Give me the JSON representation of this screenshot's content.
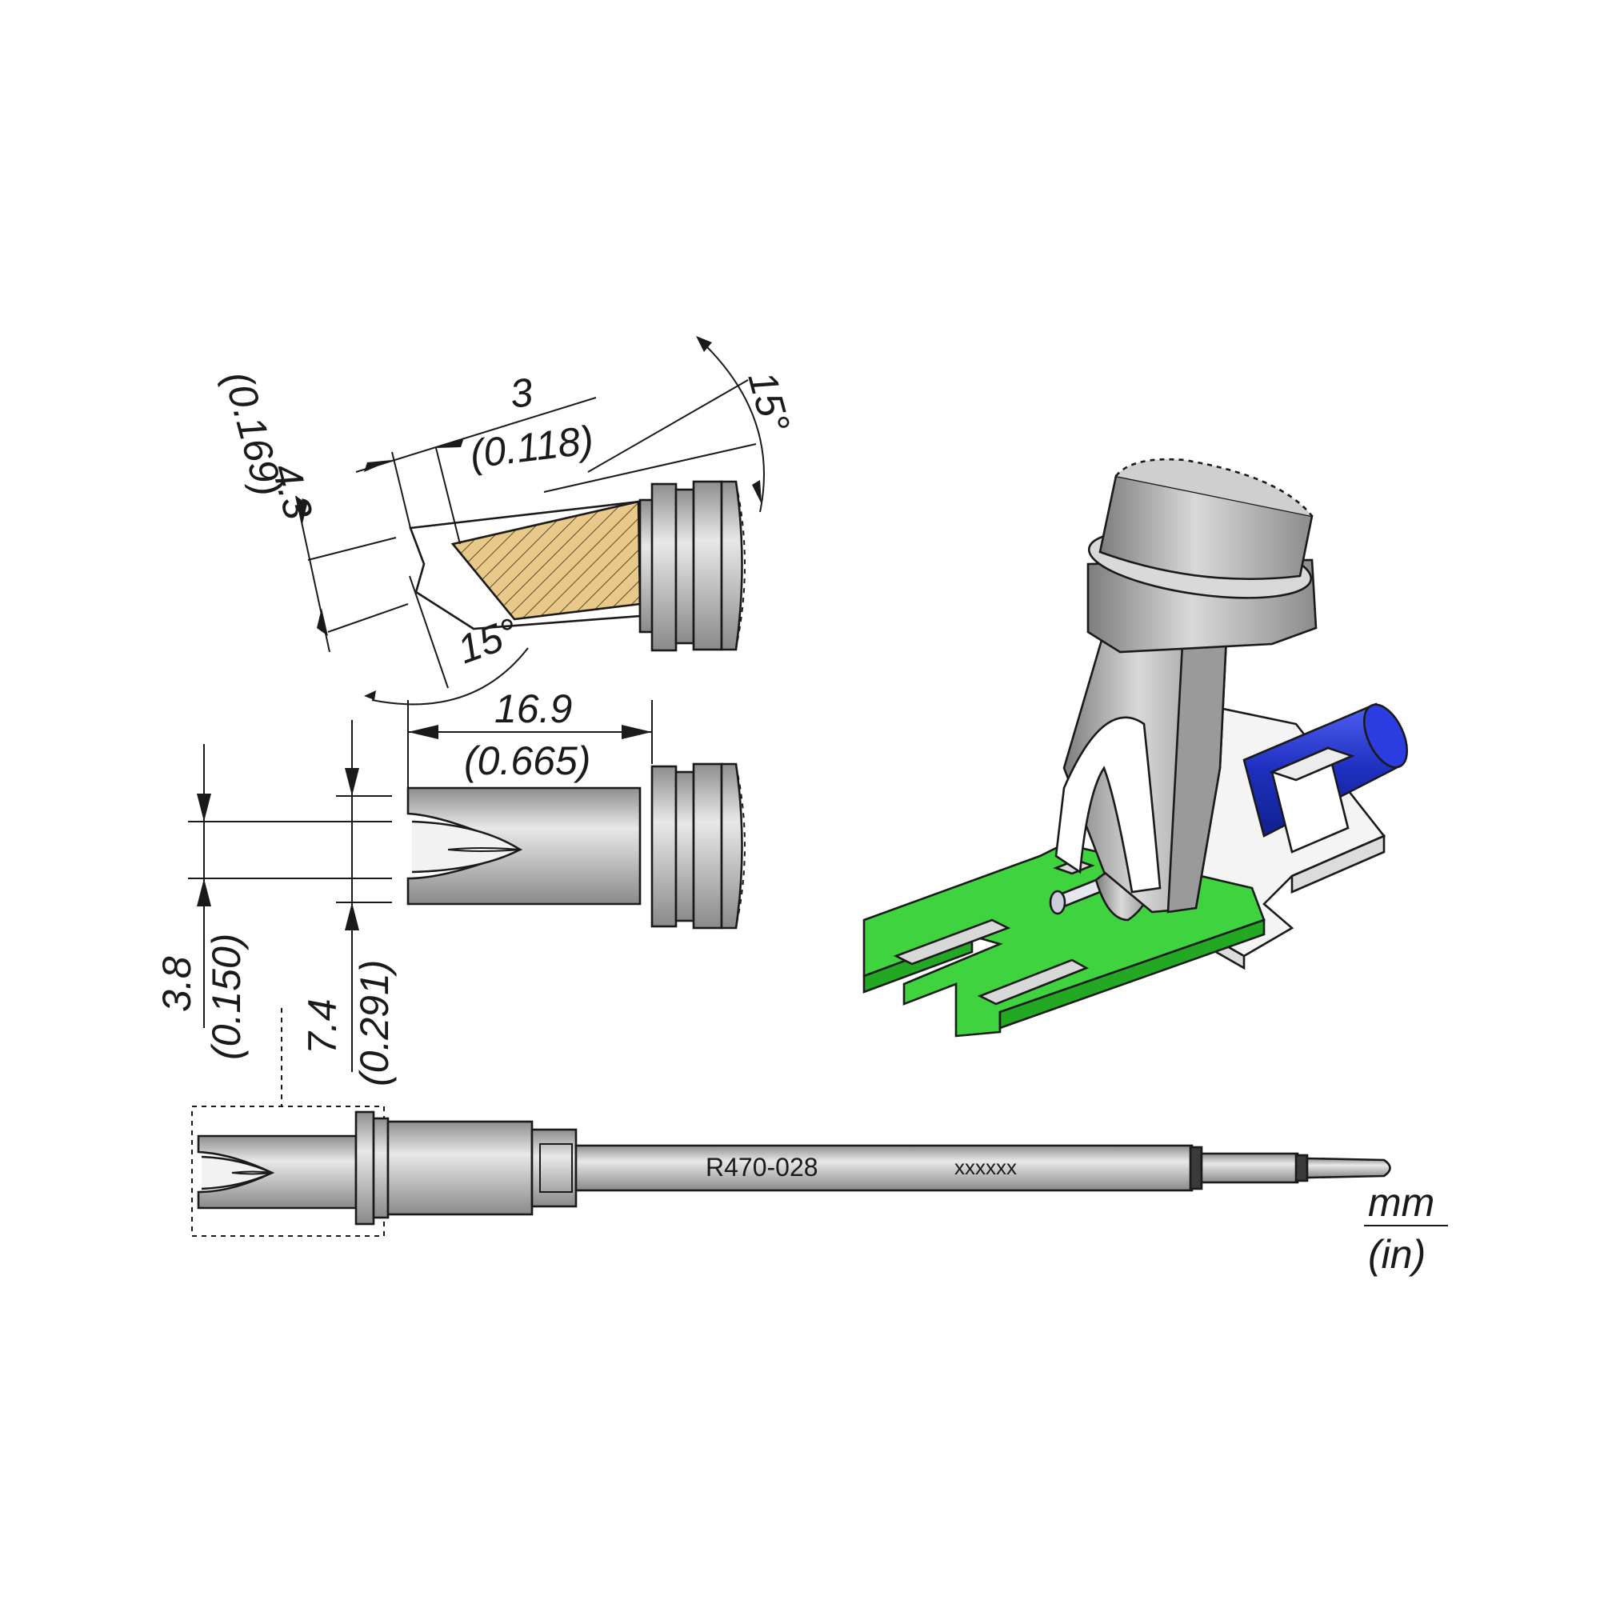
{
  "dimensions": {
    "tip_depth": {
      "mm": "4.3",
      "in": "(0.169)"
    },
    "chamfer_length": {
      "mm": "3",
      "in": "(0.118)"
    },
    "top_angle": "15°",
    "bottom_angle": "15°",
    "tip_length": {
      "mm": "16.9",
      "in": "(0.665)"
    },
    "inner_width": {
      "mm": "3.8",
      "in": "(0.150)"
    },
    "outer_width": {
      "mm": "7.4",
      "in": "(0.291)"
    }
  },
  "cartridge": {
    "model": "R470-028",
    "serial": "xxxxxx"
  },
  "units": {
    "primary": "mm",
    "secondary": "(in)"
  },
  "colors": {
    "metal": "#b9b9b9",
    "tin_hatch": "#e9c98a",
    "pcb": "#3fd43f",
    "cable": "#1e2fbf",
    "pad": "#d8d8d8"
  }
}
